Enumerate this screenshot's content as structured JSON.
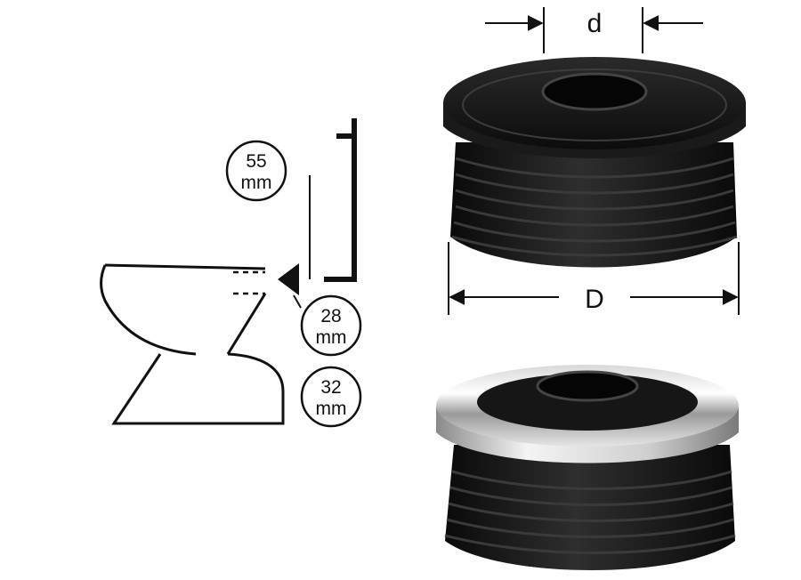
{
  "colors": {
    "line": "#111111",
    "rubber_dark": "#141414",
    "rubber_mid": "#2c2c2c",
    "chrome_light": "#f2f2f2",
    "chrome_mid": "#a9a9a9"
  },
  "toilet_diagram": {
    "badges": [
      {
        "value": "55",
        "unit": "mm"
      },
      {
        "value": "28",
        "unit": "mm"
      },
      {
        "value": "32",
        "unit": "mm"
      }
    ]
  },
  "dimensions": {
    "inner_diameter_label": "d",
    "outer_diameter_label": "D"
  },
  "products": {
    "top": {
      "icon": "rubber-seal-icon"
    },
    "bottom": {
      "icon": "chrome-rim-seal-icon"
    }
  }
}
